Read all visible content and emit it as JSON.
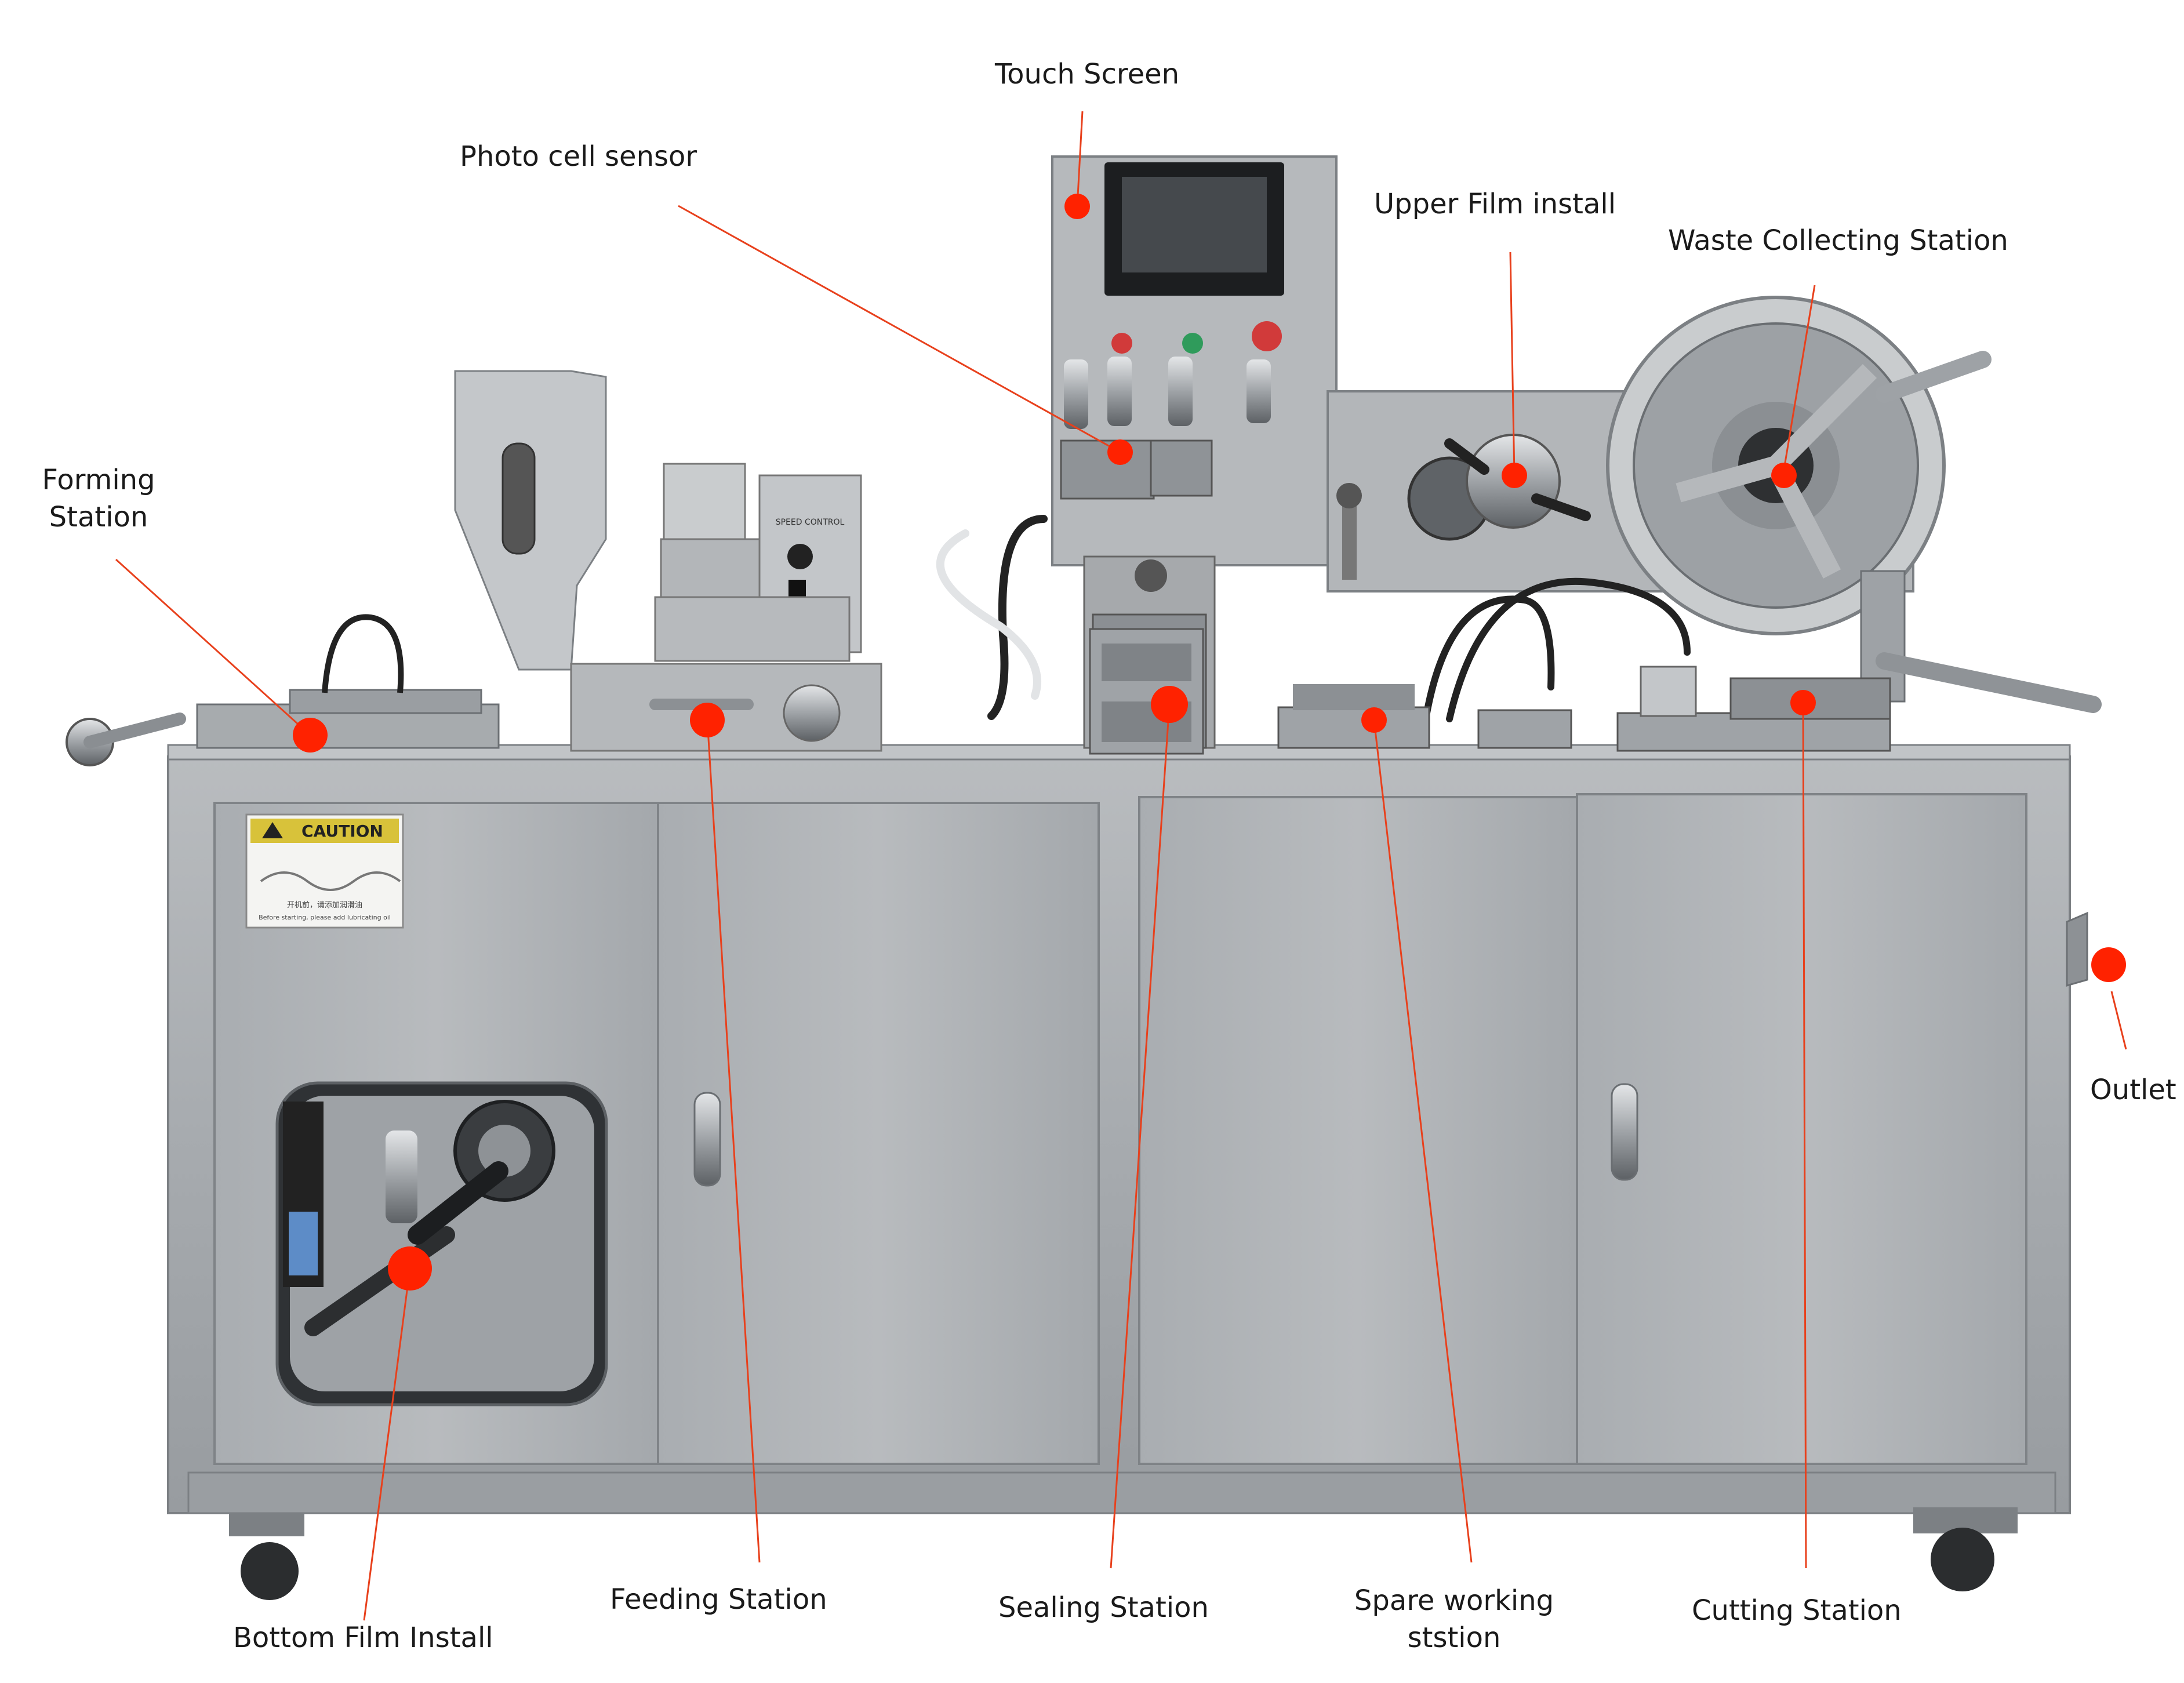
{
  "accent_color": "#ff2200",
  "leader_color": "#e8401c",
  "machine": {
    "caution_sign": {
      "title": "CAUTION",
      "line1": "开机前，请添加润滑油",
      "line2": "Before starting, please add lubricating oil"
    },
    "speed_control_label": "SPEED CONTROL"
  },
  "callouts": [
    {
      "id": "touch-screen",
      "lines": [
        "Touch Screen"
      ]
    },
    {
      "id": "photo-cell-sensor",
      "lines": [
        "Photo cell sensor"
      ]
    },
    {
      "id": "upper-film-install",
      "lines": [
        "Upper Film install"
      ]
    },
    {
      "id": "waste-collecting-station",
      "lines": [
        "Waste Collecting Station"
      ]
    },
    {
      "id": "forming-station",
      "lines": [
        "Forming",
        "Station"
      ]
    },
    {
      "id": "outlet",
      "lines": [
        "Outlet"
      ]
    },
    {
      "id": "bottom-film-install",
      "lines": [
        "Bottom Film Install"
      ]
    },
    {
      "id": "feeding-station",
      "lines": [
        "Feeding Station"
      ]
    },
    {
      "id": "sealing-station",
      "lines": [
        "Sealing Station"
      ]
    },
    {
      "id": "spare-working-station",
      "lines": [
        "Spare working",
        "ststion"
      ]
    },
    {
      "id": "cutting-station",
      "lines": [
        "Cutting Station"
      ]
    }
  ]
}
